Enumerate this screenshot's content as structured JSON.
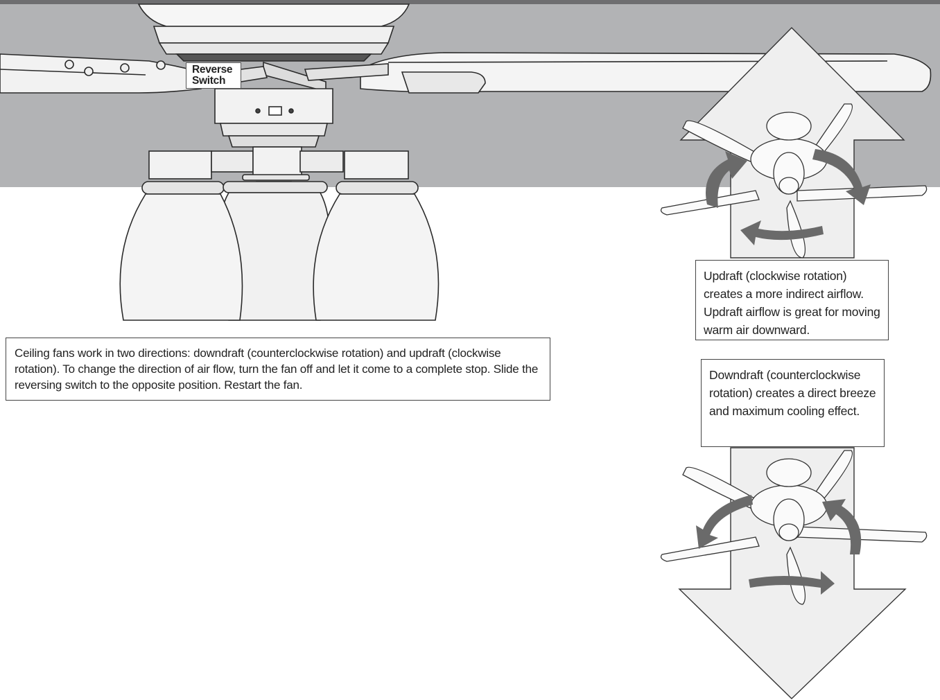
{
  "reverse_switch_label": "Reverse Switch",
  "instructions": "Ceiling fans work in two directions: downdraft (counterclockwise rotation) and updraft (clockwise rotation). To change the direction of air flow, turn the fan off and let it come to a complete stop. Slide the reversing switch to the opposite position. Restart the fan.",
  "updraft": {
    "text": "Updraft (clockwise rotation) creates a more indirect airflow. Updraft airflow is great for moving warm air downward."
  },
  "downdraft": {
    "text": "Downdraft (counterclockwise rotation) creates a direct breeze and maximum cooling effect."
  },
  "colors": {
    "ceiling": "#b2b3b5",
    "top_bar": "#6e6e70",
    "arrow_fill": "#efefef",
    "rotation_arrow": "#6a6a6a"
  },
  "icons": [
    "ceiling-fan-illustration",
    "updraft-arrow-icon",
    "downdraft-arrow-icon",
    "rotation-arrow-icon"
  ]
}
